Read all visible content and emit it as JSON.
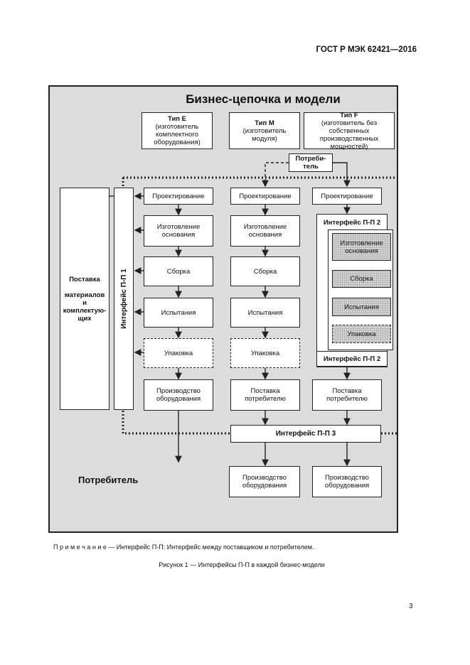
{
  "header": {
    "standard": "ГОСТ Р МЭК 62421—2016"
  },
  "diagram": {
    "title": "Бизнес-цепочка и модели",
    "types": {
      "e": {
        "name": "Тип E",
        "desc": "(изготовитель комплектного оборудования)"
      },
      "m": {
        "name": "Тип M",
        "desc": "(изготовитель модуля)"
      },
      "f": {
        "name": "Тип F",
        "desc": "(изготовитель без собственных производственных мощностей)"
      }
    },
    "consumer_top": "Потреби-\nтель",
    "supply_box": "Поставка\n\nматериалов\nи\nкомплектую-\nщих",
    "interface_1": "Интерфейс П-П 1",
    "interface_2": "Интерфейс П-П 2",
    "interface_3": "Интерфейс П-П 3",
    "col_e": {
      "design": "Проектирование",
      "base": "Изготовление основания",
      "assembly": "Сборка",
      "testing": "Испытания",
      "packaging": "Упаковка",
      "production": "Производство оборудования"
    },
    "col_m": {
      "design": "Проектирование",
      "base": "Изготовление основания",
      "assembly": "Сборка",
      "testing": "Испытания",
      "packaging": "Упаковка",
      "delivery": "Поставка потребителю"
    },
    "col_f": {
      "design": "Проектирование",
      "base": "Изготовление основания",
      "assembly": "Сборка",
      "testing": "Испытания",
      "packaging": "Упаковка",
      "delivery": "Поставка потребителю"
    },
    "consumer_bottom": "Потребитель",
    "bottom_production_m": "Производство оборудования",
    "bottom_production_f": "Производство оборудования"
  },
  "note": "П р и м е ч а н и е — Интерфейс П-П: Интерфейс между поставщиком и потребителем.",
  "caption": "Рисунок 1 — Интерфейсы П-П в каждой бизнес-модели",
  "page_number": "3"
}
